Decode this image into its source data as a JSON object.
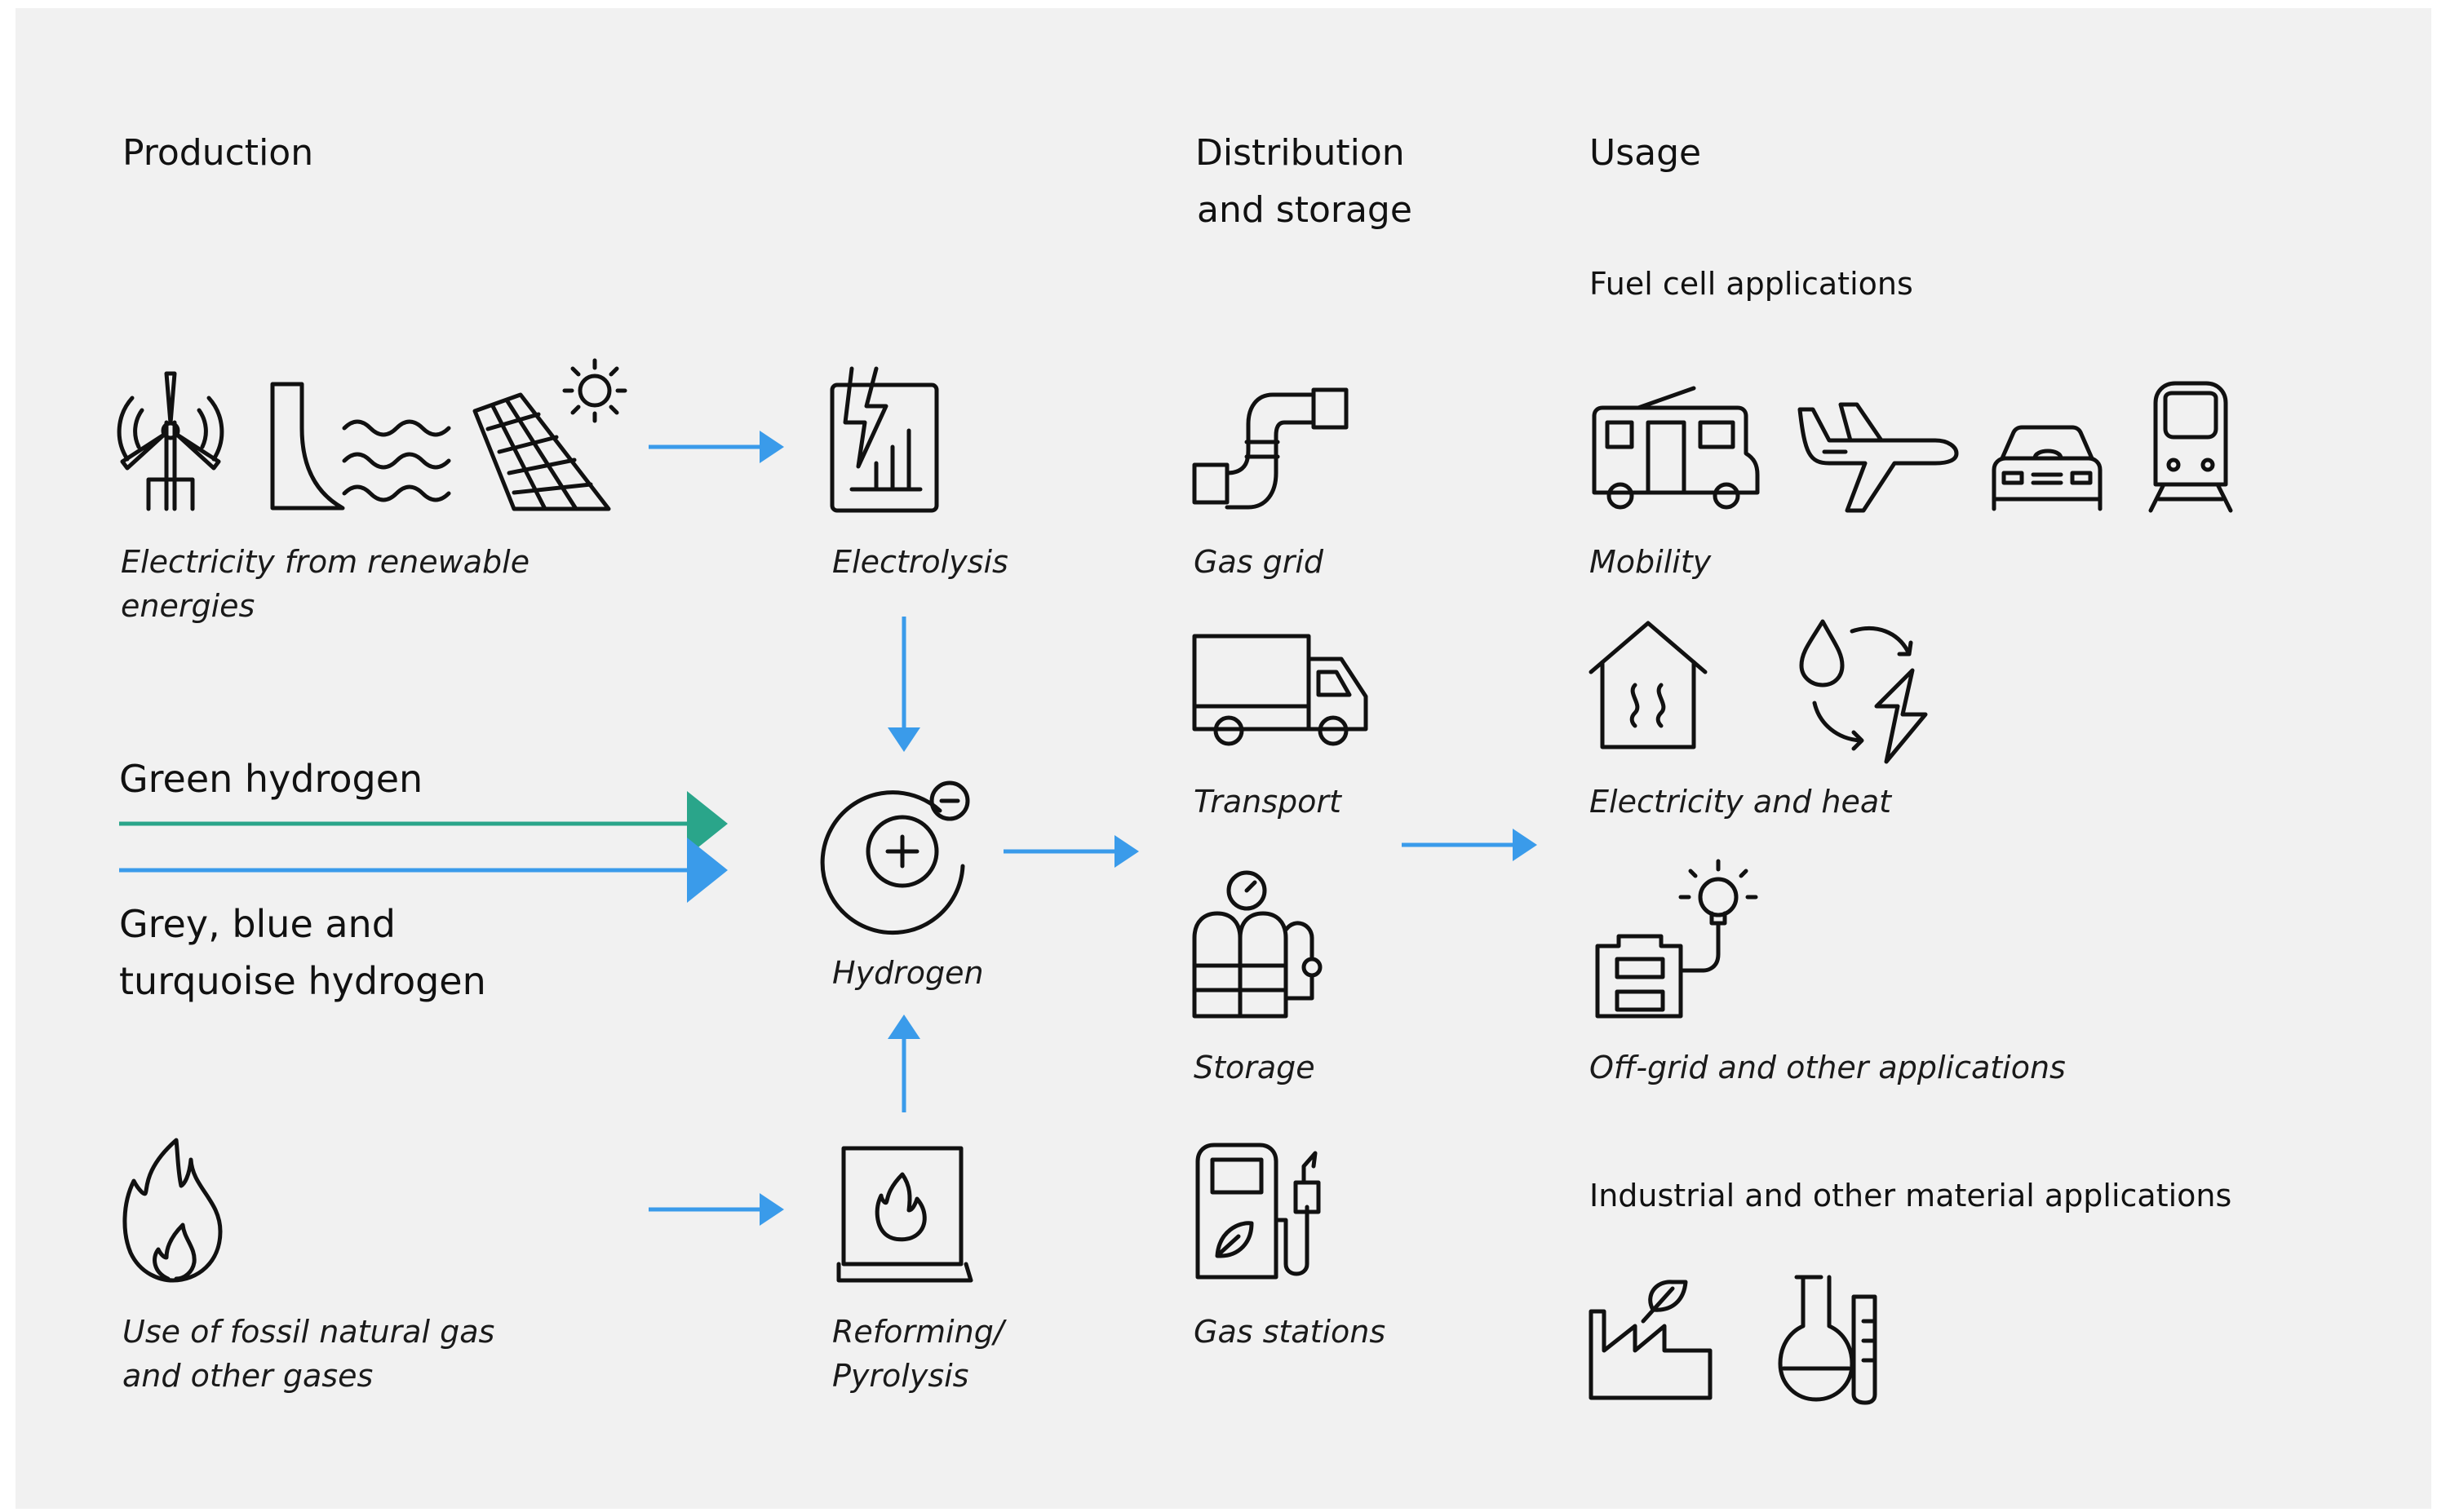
{
  "columns": {
    "production": "Production",
    "distribution_line1": "Distribution",
    "distribution_line2": "and storage",
    "usage": "Usage"
  },
  "usage": {
    "fuel_cell_heading": "Fuel cell applications",
    "industrial_heading": "Industrial and other material applications",
    "mobility": "Mobility",
    "electricity_heat": "Electricity and heat",
    "offgrid": "Off-grid and other applications"
  },
  "production": {
    "renewables_line1": "Electricity from renewable",
    "renewables_line2": "energies",
    "green_hydrogen": "Green hydrogen",
    "grey_line1": "Grey, blue and",
    "grey_line2": "turquoise hydrogen",
    "fossil_line1": "Use of fossil natural gas",
    "fossil_line2": "and other gases"
  },
  "process": {
    "electrolysis": "Electrolysis",
    "hydrogen": "Hydrogen",
    "reforming_line1": "Reforming/",
    "reforming_line2": "Pyrolysis"
  },
  "distribution": {
    "gas_grid": "Gas grid",
    "transport": "Transport",
    "storage": "Storage",
    "gas_stations": "Gas stations"
  },
  "colors": {
    "arrow_blue": "#3a9bea",
    "green_hydrogen": "#2aa58a",
    "background": "#f1f1f1"
  },
  "icons": [
    "wind-turbine-icon",
    "hydro-dam-icon",
    "solar-panel-icon",
    "sun-icon",
    "electrolysis-icon",
    "hydrogen-atom-icon",
    "reformer-flame-icon",
    "flame-icon",
    "pipe-icon",
    "truck-icon",
    "gas-tanks-icon",
    "fuel-pump-icon",
    "camper-van-icon",
    "airplane-icon",
    "car-icon",
    "train-icon",
    "house-heating-icon",
    "water-electricity-cycle-icon",
    "generator-bulb-icon",
    "factory-leaf-icon",
    "lab-flask-icon"
  ]
}
